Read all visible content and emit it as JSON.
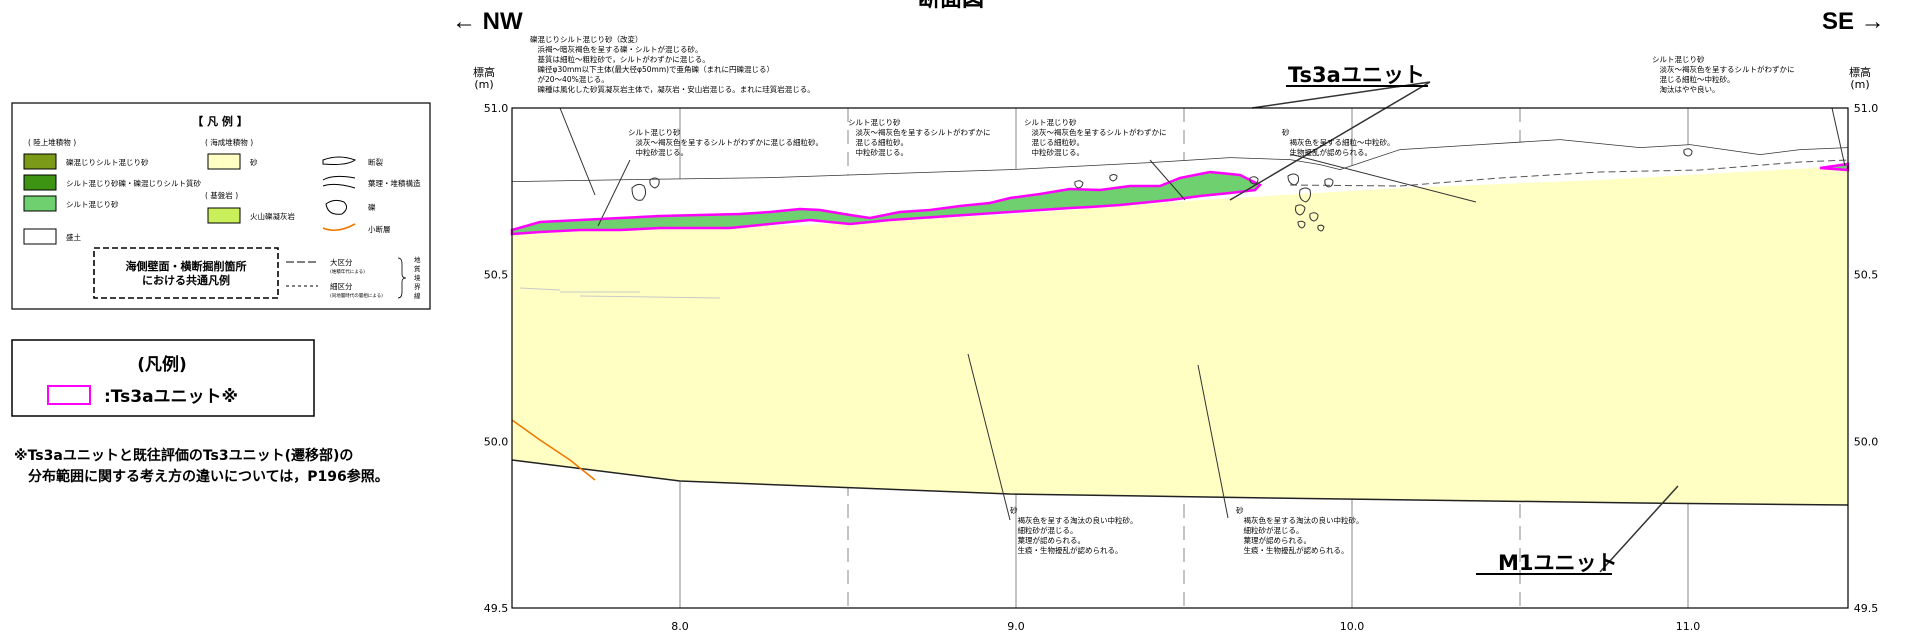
{
  "header": {
    "nw": "← NW",
    "se": "SE →",
    "title_partial": "断面図"
  },
  "axis": {
    "ylabel": "標高\n(m)",
    "y_ticks": [
      "51.0",
      "50.5",
      "50.0",
      "49.5"
    ],
    "x_ticks": [
      "8.0",
      "9.0",
      "10.0",
      "11.0"
    ]
  },
  "legend_box": {
    "title": "【 凡 例 】",
    "group_land": "( 陸上堆積物 )",
    "group_marine": "( 海成堆積物 )",
    "group_bedrock": "( 基盤岩 )",
    "items_land": [
      {
        "label": "礫混じりシルト混じり砂",
        "color": "#7b9a17"
      },
      {
        "label": "シルト混じり砂礫・礫混じりシルト質砂",
        "color": "#3c9412"
      },
      {
        "label": "シルト混じり砂",
        "color": "#6fd06f"
      },
      {
        "label": "盛土",
        "color": "#ffffff"
      }
    ],
    "item_sand": {
      "label": "砂",
      "color": "#ffffc4"
    },
    "item_bedrock": {
      "label": "火山礫凝灰岩",
      "color": "#c9f05b"
    },
    "symbols": [
      "断裂",
      "葉理・堆積構造",
      "礫",
      "小断層"
    ],
    "dashed_box": "海側壁面・横断掘削箇所\nにおける共通凡例",
    "div_major": "大区分",
    "div_major_sub": "(堆積年代による)",
    "div_minor": "細区分",
    "div_minor_sub": "(同地層時代の層相による)",
    "vertical_note": "地質境界線"
  },
  "legend2": {
    "title": "(凡例)",
    "item": ":Ts3aユニット※",
    "color": "#ff00ff"
  },
  "footnote": "※Ts3aユニットと既往評価のTs3ユニット(遷移部)の\n　分布範囲に関する考え方の違いについては，P196参照。",
  "annotations": {
    "top_left": "礫混じりシルト混じり砂（改変）\n　浜褐～暗灰褐色を呈する礫・シルトが混じる砂。\n　基質は細粒～粗粒砂で，シルトがわずかに混じる。\n　礫径φ30mm以下主体(最大径φ50mm)で亜角礫（まれに円礫混じる）\n　が20～40%混じる。\n　礫種は風化した砂質凝灰岩主体で，凝灰岩・安山岩混じる。まれに珪質岩混じる。",
    "silt1": "シルト混じり砂\n　淡灰～褐灰色を呈するシルトがわずかに混じる細粒砂。\n　中粒砂混じる。",
    "silt2": "シルト混じり砂\n　淡灰～褐灰色を呈するシルトがわずかに\n　混じる細粒砂。\n　中粒砂混じる。",
    "silt3": "シルト混じり砂\n　淡灰～褐灰色を呈するシルトがわずかに\n　混じる細粒砂。\n　中粒砂混じる。",
    "sand_top": "砂\n　褐灰色を呈する細粒～中粒砂。\n　生物擾乱が認められる。",
    "right_top": "シルト混じり砂\n　淡灰～褐灰色を呈するシルトがわずかに\n　混じる細粒～中粒砂。\n　淘汰はやや良い。",
    "sand_b1": "砂\n　褐灰色を呈する淘汰の良い中粒砂。\n　細粒砂が混じる。\n　葉理が認められる。\n　生痕・生物擾乱が認められる。",
    "sand_b2": "砂\n　褐灰色を呈する淘汰の良い中粒砂。\n　細粒砂が混じる。\n　葉理が認められる。\n　生痕・生物擾乱が認められる。"
  },
  "unit_labels": {
    "ts3a": "Ts3aユニット",
    "m1": "M1ユニット"
  },
  "colors": {
    "sand": "#ffffc4",
    "silt": "#6fd06f",
    "ts3a": "#ff00ff",
    "fault": "#f07800"
  }
}
